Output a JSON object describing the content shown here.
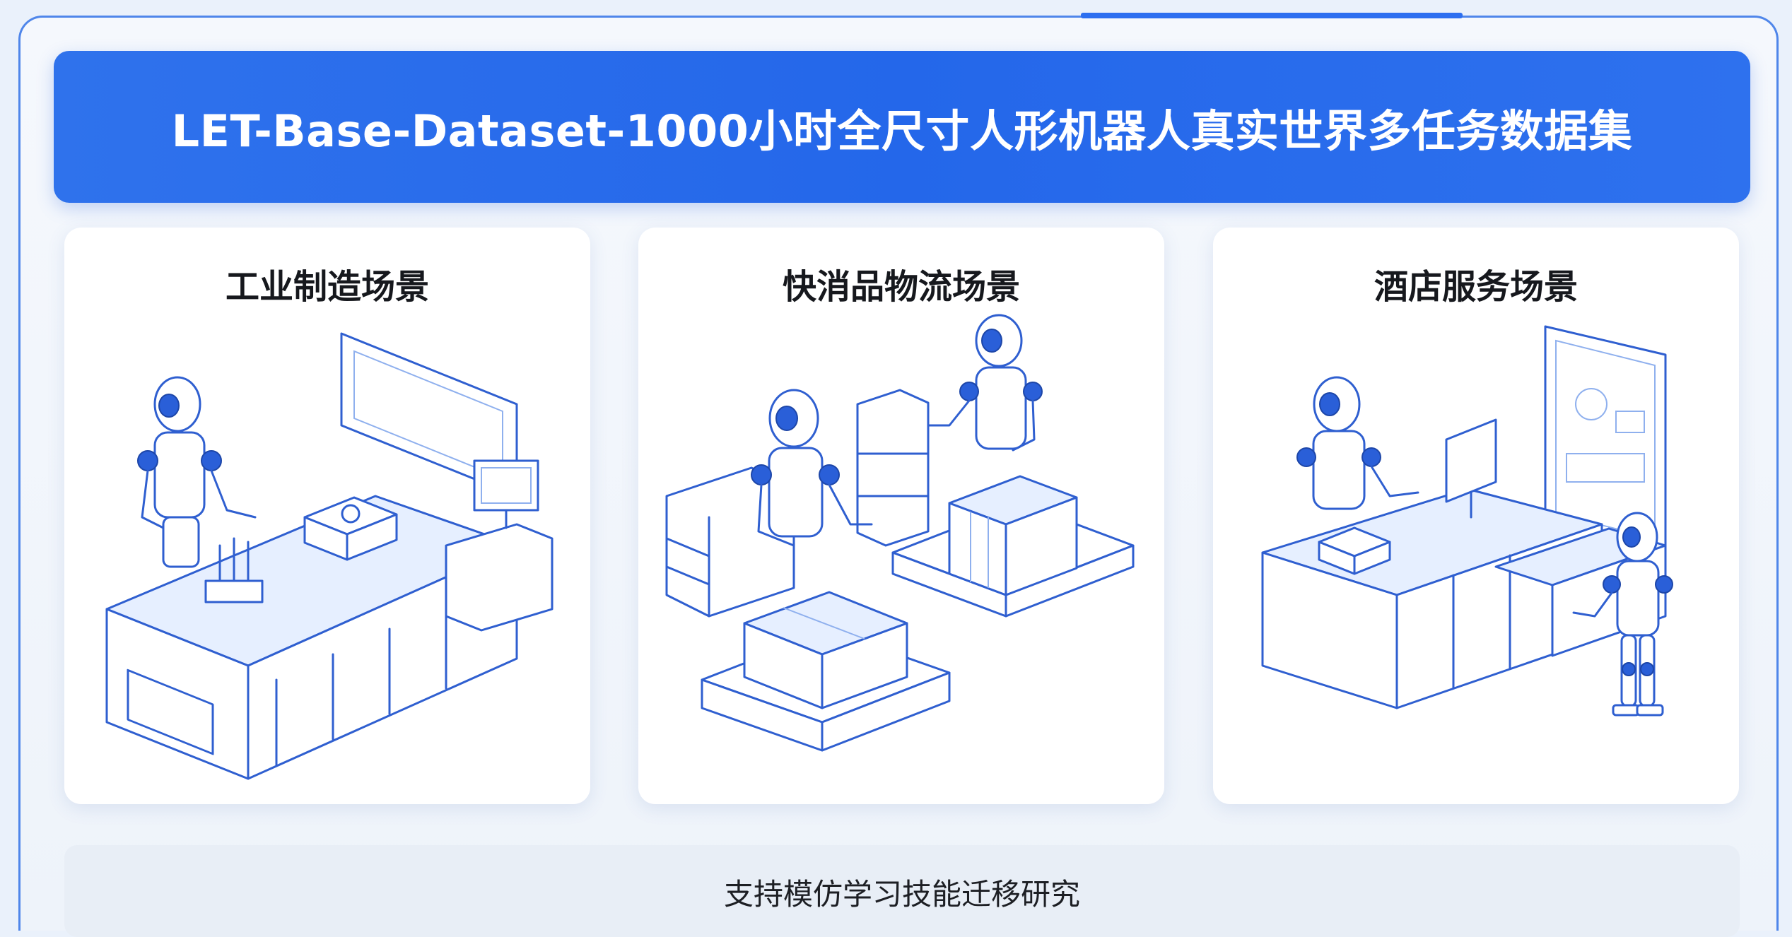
{
  "banner": {
    "title": "LET-Base-Dataset-1000小时全尺寸人形机器人真实世界多任务数据集"
  },
  "scenes": [
    {
      "title": "工业制造场景",
      "illustration": "robot-workbench-icon"
    },
    {
      "title": "快消品物流场景",
      "illustration": "robot-pallets-icon"
    },
    {
      "title": "酒店服务场景",
      "illustration": "robot-reception-icon"
    }
  ],
  "footer": {
    "text": "支持模仿学习技能迁移研究"
  },
  "colors": {
    "banner": "#2467ea",
    "frame_border": "#4f86ea",
    "line_art": "#2f5fd0",
    "background": "#eaf1fb"
  }
}
